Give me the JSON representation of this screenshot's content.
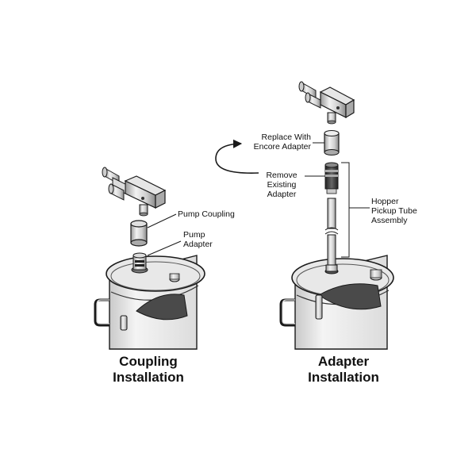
{
  "left": {
    "labels": {
      "pump_coupling": "Pump Coupling",
      "pump_adapter_line1": "Pump",
      "pump_adapter_line2": "Adapter"
    },
    "caption_line1": "Coupling",
    "caption_line2": "Installation"
  },
  "right": {
    "labels": {
      "replace_line1": "Replace With",
      "replace_line2": "Encore Adapter",
      "remove_line1": "Remove",
      "remove_line2": "Existing",
      "remove_line3": "Adapter",
      "hopper_line1": "Hopper",
      "hopper_line2": "Pickup Tube",
      "hopper_line3": "Assembly"
    },
    "caption_line1": "Adapter",
    "caption_line2": "Installation"
  },
  "colors": {
    "line": "#1a1a1a",
    "metal_light": "#e6e6e6",
    "metal_mid": "#b8b8b8",
    "metal_dark": "#555555",
    "powder": "#4a4a4a"
  }
}
